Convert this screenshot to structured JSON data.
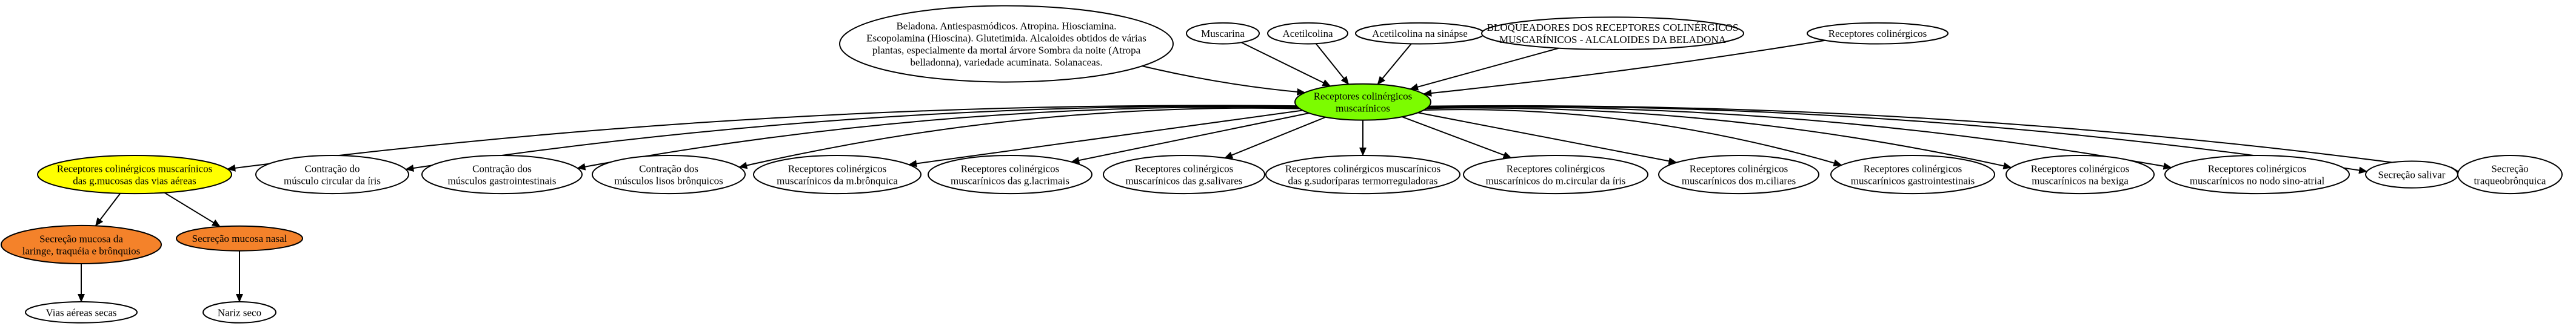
{
  "colors": {
    "center": "#7cfc00",
    "airway": "#ffff00",
    "secretion": "#f4822a",
    "default": "#ffffff",
    "stroke": "#000000"
  },
  "nodes": {
    "beladona": [
      "Beladona. Antiespasmódicos. Atropina. Hiosciamina.",
      "Escopolamina (Hioscina). Glutetimida. Alcaloides obtidos de várias",
      "plantas, especialmente da mortal árvore Sombra da noite (Atropa",
      "belladonna), variedade acuminata. Solanaceas."
    ],
    "muscarina": [
      "Muscarina"
    ],
    "acetilcolina": [
      "Acetilcolina"
    ],
    "acetilcolina_sinapse": [
      "Acetilcolina na sinápse"
    ],
    "bloqueadores": [
      "BLOQUEADORES DOS RECEPTORES COLINÉRGICOS",
      "MUSCARÍNICOS - ALCALOIDES DA BELADONA"
    ],
    "receptores_colinergicos": [
      "Receptores colinérgicos"
    ],
    "center": [
      "Receptores colinérgicos",
      "muscarínicos"
    ],
    "vias_aereas": [
      "Receptores colinérgicos muscarínicos",
      "das g.mucosas das vias aéreas"
    ],
    "contracao_iris": [
      "Contração do",
      "músculo circular da íris"
    ],
    "contracao_gi": [
      "Contração dos",
      "músculos gastrointestinais"
    ],
    "contracao_bronquicos": [
      "Contração dos",
      "músculos lisos brônquicos"
    ],
    "rec_m_bronquica": [
      "Receptores colinérgicos",
      "muscarínicos da m.brônquica"
    ],
    "rec_g_lacrimais": [
      "Receptores colinérgicos",
      "muscarínicos das g.lacrimais"
    ],
    "rec_g_salivares": [
      "Receptores colinérgicos",
      "muscarínicos das g.salivares"
    ],
    "rec_sudoriparas": [
      "Receptores colinérgicos muscarínicos",
      "das g.sudoríparas termorreguladoras"
    ],
    "rec_m_circular_iris": [
      "Receptores colinérgicos",
      "muscarínicos do m.circular da íris"
    ],
    "rec_m_ciliares": [
      "Receptores colinérgicos",
      "muscarínicos dos m.ciliares"
    ],
    "rec_gastrointestinais": [
      "Receptores colinérgicos",
      "muscarínicos gastrointestinais"
    ],
    "rec_bexiga": [
      "Receptores colinérgicos",
      "muscarínicos na bexiga"
    ],
    "rec_nodo": [
      "Receptores colinérgicos",
      "muscarínicos no nodo sino-atrial"
    ],
    "secrecao_salivar": [
      "Secreção salivar"
    ],
    "secrecao_traqueo": [
      "Secreção",
      "traqueobrônquica"
    ],
    "secrecao_laringe": [
      "Secreção mucosa da",
      "laringe, traquéia e brônquios"
    ],
    "secrecao_nasal": [
      "Secreção mucosa nasal"
    ],
    "vias_secas": [
      "Vias aéreas secas"
    ],
    "nariz_seco": [
      "Nariz seco"
    ]
  }
}
